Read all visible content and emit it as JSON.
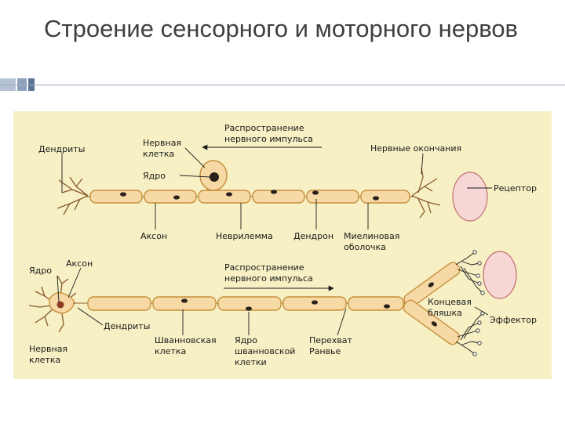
{
  "slide": {
    "title": "Строение сенсорного и моторного нервов"
  },
  "colors": {
    "panel": "#f6f0c4",
    "fiber": "#f7d9a6",
    "fiber_stroke": "#c7903c",
    "nucleus": "#2a221a",
    "target": "#f7d6d6",
    "line": "#1a1a1a"
  },
  "sensory": {
    "labels": {
      "dendrites": "Дендриты",
      "cell_1": "Нервная",
      "cell_2": "клетка",
      "nucleus": "Ядро",
      "impulse_1": "Распространение",
      "impulse_2": "нервного импульса",
      "endings": "Нервные окончания",
      "receptor": "Рецептор",
      "axon": "Аксон",
      "neurilemma": "Неврилемма",
      "dendron": "Дендрон",
      "myelin_1": "Миелиновая",
      "myelin_2": "оболочка"
    }
  },
  "motor": {
    "labels": {
      "nucleus": "Ядро",
      "axon": "Аксон",
      "impulse_1": "Распространение",
      "impulse_2": "нервного импульса",
      "endplate_1": "Концевая",
      "endplate_2": "бляшка",
      "effector": "Эффектор",
      "dendrites": "Дендриты",
      "cell_1": "Нервная",
      "cell_2": "клетка",
      "schwann_1": "Шванновская",
      "schwann_2": "клетка",
      "schwann_nucleus_1": "Ядро",
      "schwann_nucleus_2": "шванновской",
      "schwann_nucleus_3": "клетки",
      "ranvier_1": "Перехват",
      "ranvier_2": "Ранвье"
    }
  }
}
